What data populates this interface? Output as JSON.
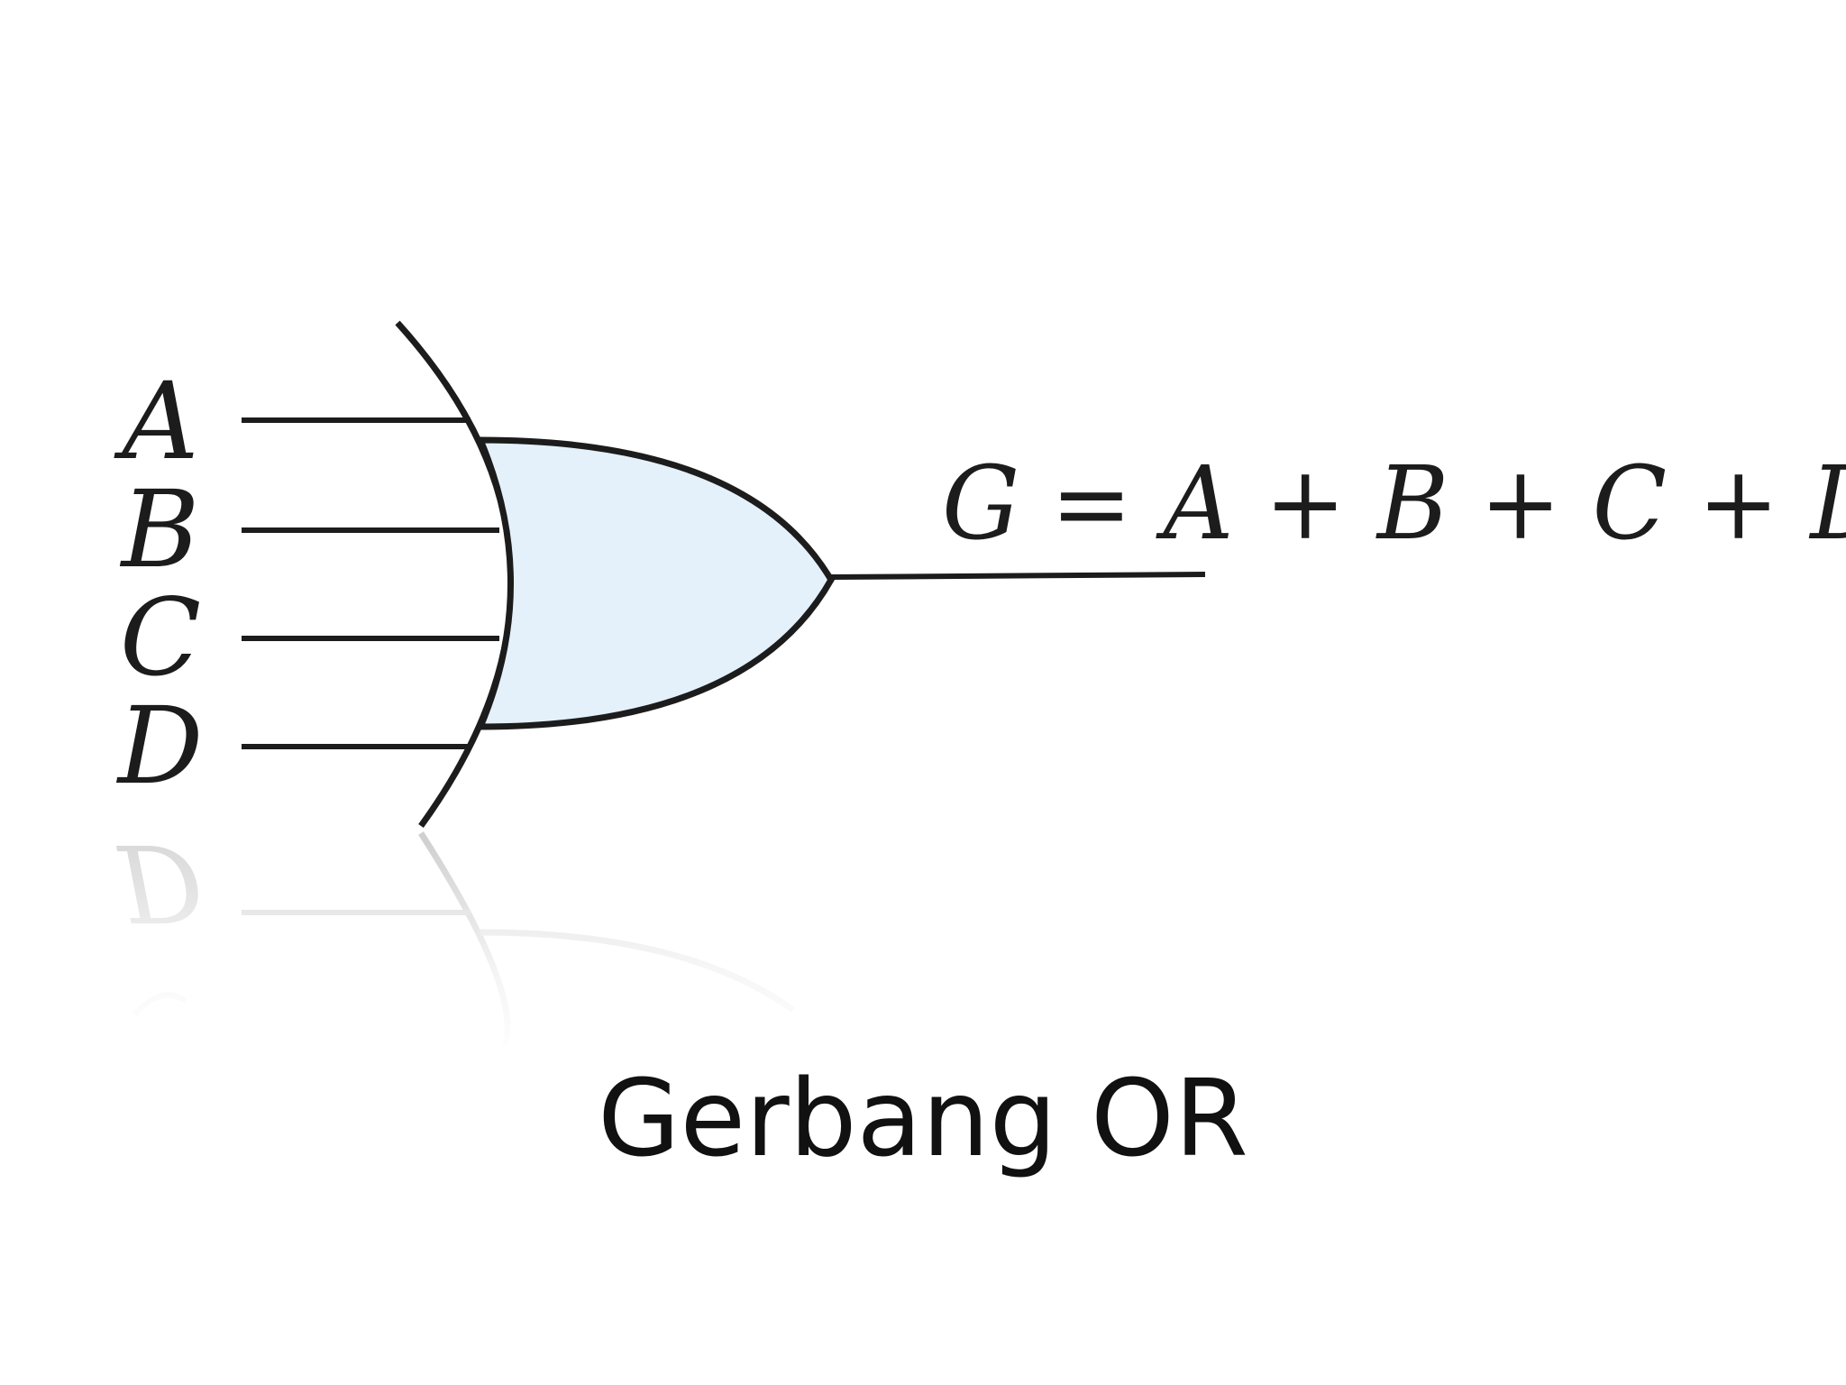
{
  "inputs": [
    "A",
    "B",
    "C",
    "D"
  ],
  "expression": "G = A + B + C + D",
  "caption": "Gerbang OR",
  "reflection_label": "D",
  "colors": {
    "gate_fill": "#e4f1fb",
    "line": "#1c1c1c",
    "reflection": "#d8d8d8"
  }
}
